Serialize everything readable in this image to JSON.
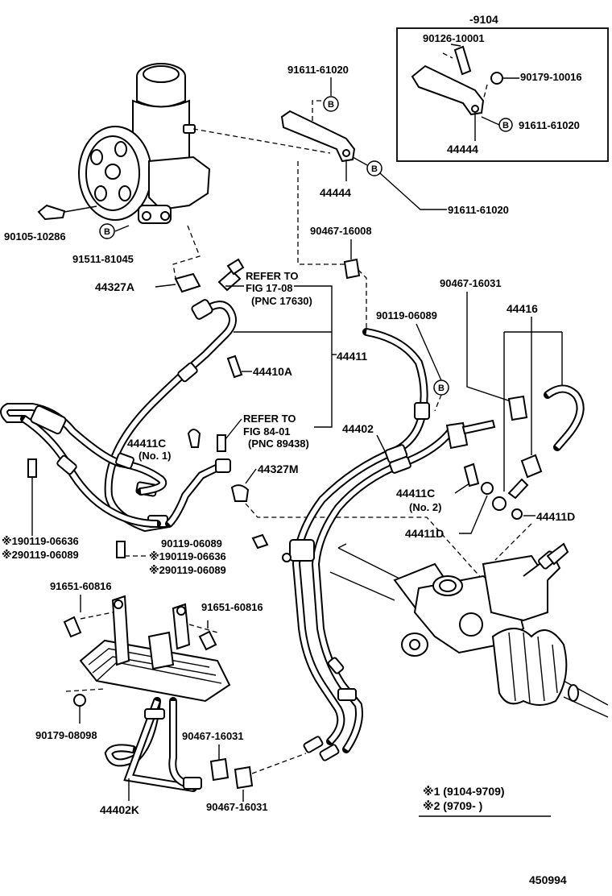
{
  "diagram_number": "450994",
  "legend": {
    "line1": "※1 (9104-9709)",
    "line2": "※2 (9709-       )"
  },
  "inset": {
    "title": "-9104",
    "bolt": "90126-10001",
    "nut": "90179-10016",
    "bracket": "44444",
    "b_part": "91611-61020",
    "b_mark": "B"
  },
  "labels": {
    "p91611_top": "91611-61020",
    "p44444": "44444",
    "p91611_right": "91611-61020",
    "p90105": "90105-10286",
    "p91511": "91511-81045",
    "p90467_top": "90467-16008",
    "p44327A": "44327A",
    "refer1_a": "REFER TO",
    "refer1_b": "FIG 17-08",
    "refer1_c": "(PNC 17630)",
    "p90467_right": "90467-16031",
    "p44416": "44416",
    "p90119_top": "90119-06089",
    "p44410A": "44410A",
    "p44411": "44411",
    "refer2_a": "REFER TO",
    "refer2_b": "FIG 84-01",
    "refer2_c": "(PNC 89438)",
    "p44402": "44402",
    "p44411C_1": "44411C",
    "p44411C_1_no": "(No. 1)",
    "p44327M": "44327M",
    "p44411C_2": "44411C",
    "p44411C_2_no": "(No. 2)",
    "p44411D_a": "44411D",
    "p44411D_b": "44411D",
    "pn1_left": "※190119-06636",
    "pn2_left": "※290119-06089",
    "p90119_mid": "90119-06089",
    "pn1_mid": "※190119-06636",
    "pn2_mid": "※290119-06089",
    "p91651_a": "91651-60816",
    "p91651_b": "91651-60816",
    "p90179": "90179-08098",
    "p90467_mid": "90467-16031",
    "p44402K": "44402K",
    "p90467_bot": "90467-16031",
    "b_mark": "B"
  }
}
